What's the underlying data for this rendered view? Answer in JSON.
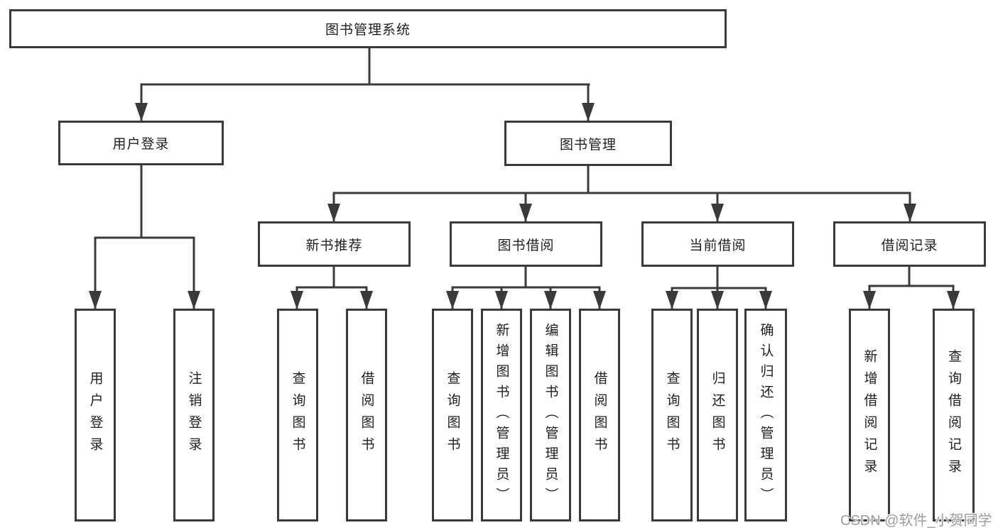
{
  "diagram": {
    "title": "图书管理系统",
    "tree": {
      "root": {
        "label": "图书管理系统"
      },
      "children": [
        {
          "label": "用户登录",
          "children": [
            {
              "label": "用户登录"
            },
            {
              "label": "注销登录"
            }
          ]
        },
        {
          "label": "图书管理",
          "children": [
            {
              "label": "新书推荐",
              "children": [
                {
                  "label": "查询图书"
                },
                {
                  "label": "借阅图书"
                }
              ]
            },
            {
              "label": "图书借阅",
              "children": [
                {
                  "label": "查询图书"
                },
                {
                  "label": "新增图书（管理员）"
                },
                {
                  "label": "编辑图书（管理员）"
                },
                {
                  "label": "借阅图书"
                }
              ]
            },
            {
              "label": "当前借阅",
              "children": [
                {
                  "label": "查询图书"
                },
                {
                  "label": "归还图书"
                },
                {
                  "label": "确认归还（管理员）"
                }
              ]
            },
            {
              "label": "借阅记录",
              "children": [
                {
                  "label": "新增借阅记录"
                },
                {
                  "label": "查询借阅记录"
                }
              ]
            }
          ]
        }
      ]
    },
    "colors": {
      "line": "#3a3a3a",
      "text": "#1f1f1f",
      "background": "#ffffff",
      "watermark": "#9c9c9c"
    }
  },
  "watermark": {
    "text": "CSDN @软件_小贺同学"
  }
}
